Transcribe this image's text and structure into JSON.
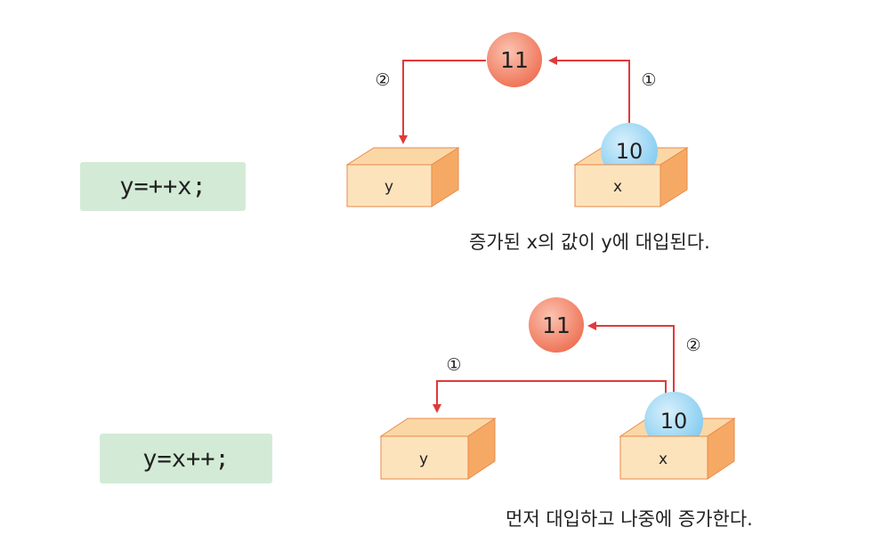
{
  "top": {
    "code": "y=++x;",
    "result_value": "11",
    "source_value": "10",
    "step1": "①",
    "step2": "②",
    "target_box_label": "y",
    "source_box_label": "x",
    "caption": "증가된 x의 값이 y에 대입된다."
  },
  "bottom": {
    "code": "y=x++;",
    "result_value": "11",
    "source_value": "10",
    "step1": "①",
    "step2": "②",
    "target_box_label": "y",
    "source_box_label": "x",
    "caption": "먼저 대입하고 나중에 증가한다."
  },
  "colors": {
    "code_bg": "#d3ebd6",
    "box_front": "#fde3bc",
    "box_side": "#f6a964",
    "box_edge": "#e07a3a",
    "arrow": "#e03a3a",
    "result_ball": "#f07b5e",
    "source_ball": "#8fd2f4"
  }
}
